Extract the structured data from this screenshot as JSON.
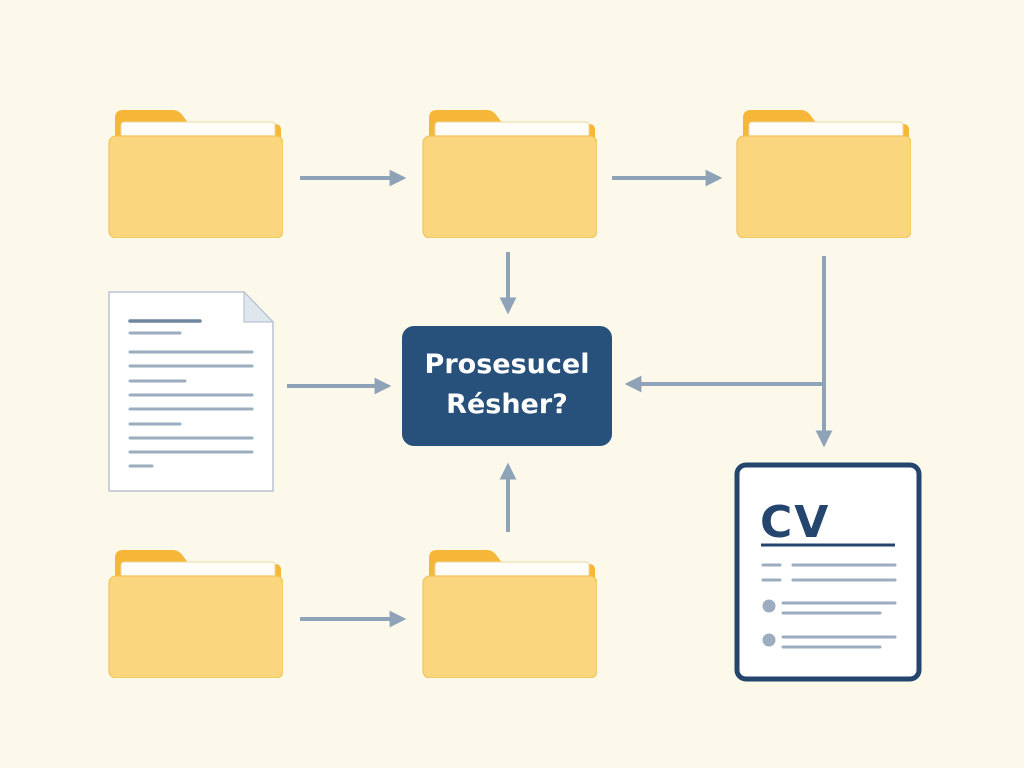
{
  "center_box": {
    "line1": "Prosesucel",
    "line2": "Résher?"
  },
  "cv_document": {
    "title": "CV"
  },
  "colors": {
    "background": "#fcf9ea",
    "folder_body": "#fad77e",
    "folder_back": "#f6b738",
    "folder_paper": "#fffdf7",
    "arrow": "#8ea3b8",
    "center_box": "#27507a",
    "cv_frame": "#24456e"
  },
  "icons": [
    "folder-icon",
    "document-icon",
    "cv-icon",
    "arrow-icon"
  ]
}
